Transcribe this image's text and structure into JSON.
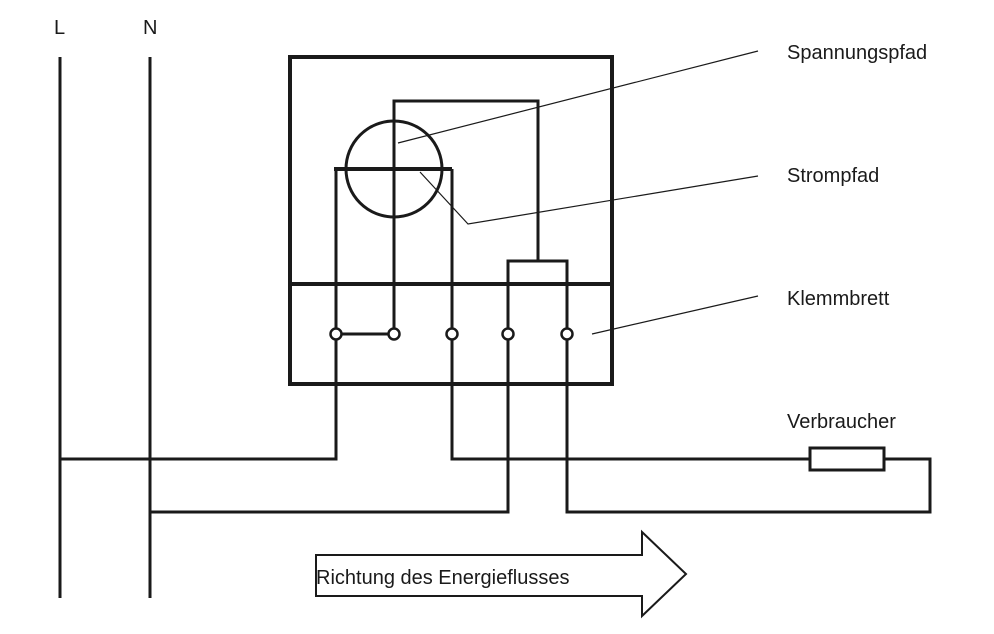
{
  "labels": {
    "line_l": "L",
    "line_n": "N",
    "voltage_path": "Spannungspfad",
    "current_path": "Strompfad",
    "terminal_board": "Klemmbrett",
    "consumer": "Verbraucher",
    "energy_flow": "Richtung des Energieflusses"
  },
  "colors": {
    "line": "#1a1a1a",
    "background": "#ffffff"
  }
}
